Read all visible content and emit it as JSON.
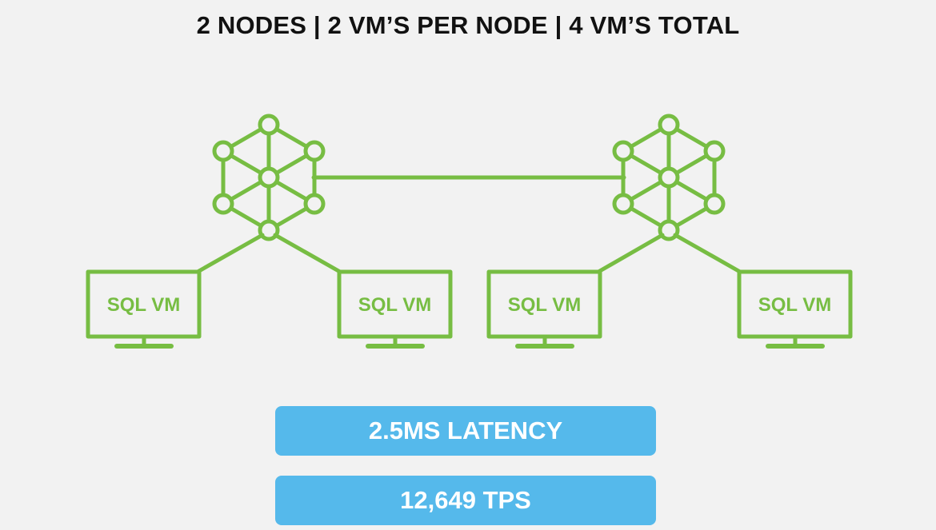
{
  "title": "2 NODES  |  2 VM’S PER NODE | 4 VM’S TOTAL",
  "colors": {
    "background": "#f2f2f2",
    "accent_green": "#77bd43",
    "metric_blue": "#55b9eb",
    "title_text": "#111111",
    "metric_text": "#ffffff"
  },
  "nodes": [
    {
      "icon": "cluster-node-icon"
    },
    {
      "icon": "cluster-node-icon"
    }
  ],
  "vms": [
    {
      "label": "SQL VM",
      "icon": "monitor-icon"
    },
    {
      "label": "SQL VM",
      "icon": "monitor-icon"
    },
    {
      "label": "SQL VM",
      "icon": "monitor-icon"
    },
    {
      "label": "SQL VM",
      "icon": "monitor-icon"
    }
  ],
  "metrics": {
    "latency": "2.5MS LATENCY",
    "tps": "12,649 TPS"
  }
}
